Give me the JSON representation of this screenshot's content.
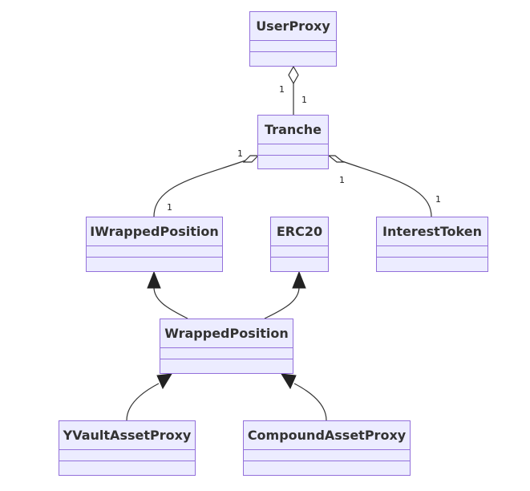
{
  "classes": {
    "user_proxy": "UserProxy",
    "tranche": "Tranche",
    "iwrapped_position": "IWrappedPosition",
    "erc20": "ERC20",
    "interest_token": "InterestToken",
    "wrapped_position": "WrappedPosition",
    "yvault_asset_proxy": "YVaultAssetProxy",
    "compound_asset_proxy": "CompoundAssetProxy"
  },
  "multiplicities": {
    "userproxy_tranche_source": "1",
    "userproxy_tranche_target": "1",
    "tranche_iwrapped_source": "1",
    "tranche_iwrapped_target": "1",
    "tranche_interest_source": "1",
    "tranche_interest_target": "1"
  },
  "colors": {
    "node_fill": "#ECECFF",
    "node_border": "#9370DB",
    "edge": "#333333",
    "arrow_fill": "#222222",
    "text": "#333333"
  }
}
